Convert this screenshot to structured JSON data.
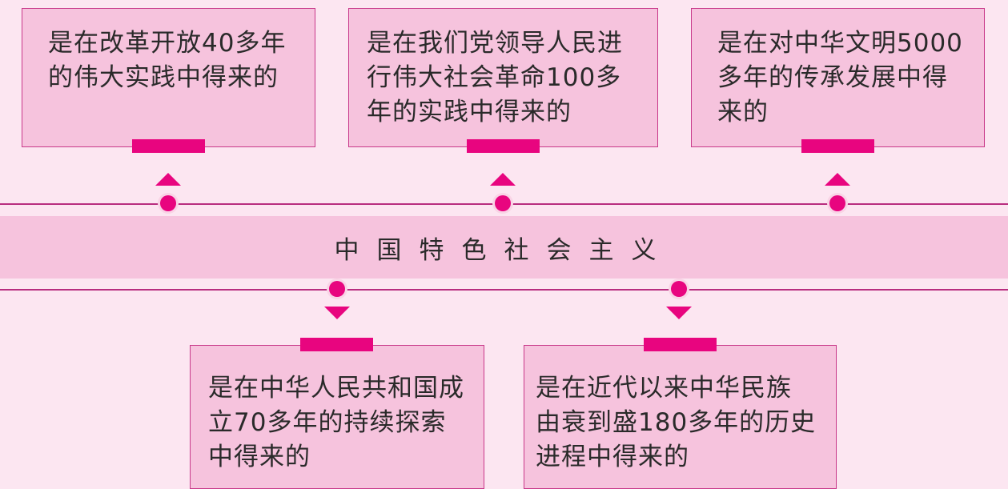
{
  "center_label": "中国特色社会主义",
  "top_boxes": [
    {
      "text": "是在改革开放40多年的伟大实践中得来的"
    },
    {
      "text": "是在我们党领导人民进行伟大社会革命100多年的实践中得来的"
    },
    {
      "text": "是在对中华文明5000多年的传承发展中得来的"
    }
  ],
  "bottom_boxes": [
    {
      "text": "是在中华人民共和国成立70多年的持续探索中得来的"
    },
    {
      "text": "是在近代以来中华民族由衰到盛180多年的历史进程中得来的"
    }
  ],
  "colors": {
    "accent": "#e8057f",
    "box_fill": "#f6c3dd",
    "background": "#fce6f1",
    "line": "#b82d7f"
  }
}
